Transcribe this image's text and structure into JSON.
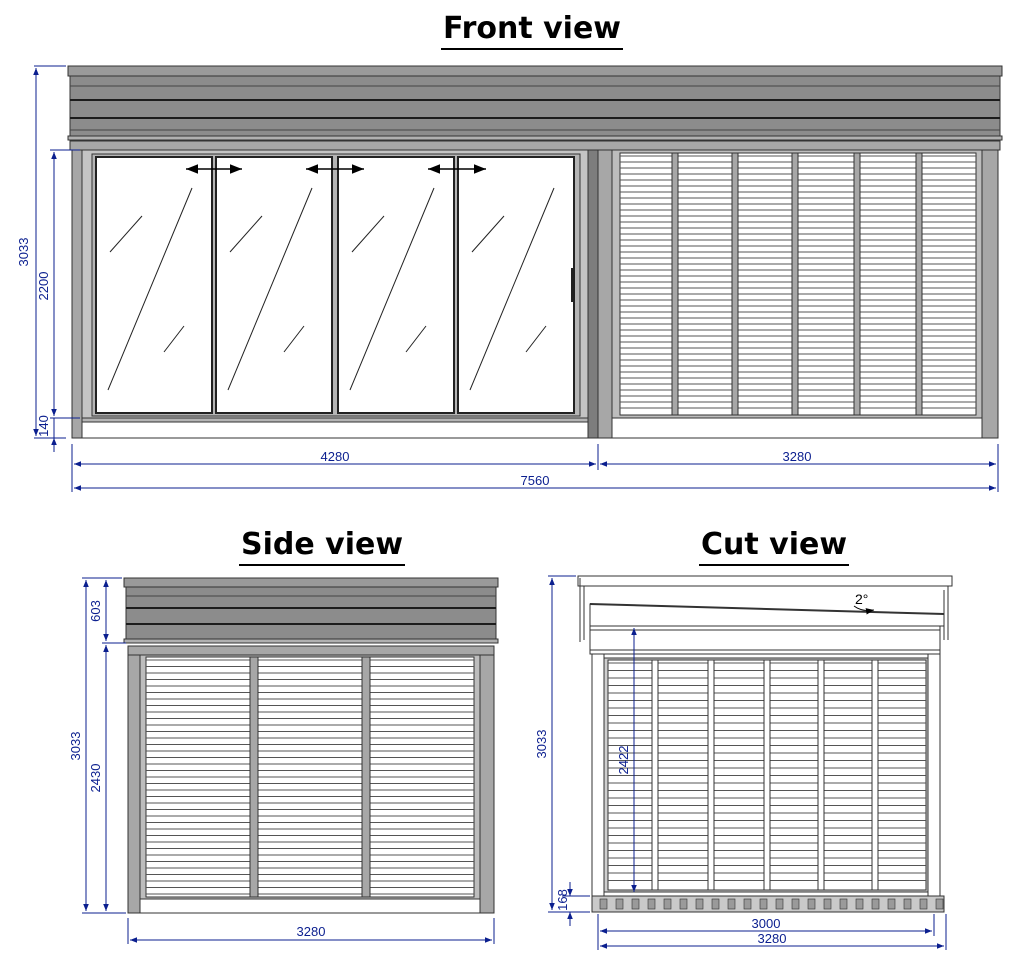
{
  "titles": {
    "front": "Front view",
    "side": "Side view",
    "cut": "Cut view"
  },
  "front_view": {
    "dims": {
      "total_height": "3033",
      "door_height": "2200",
      "base_height": "140",
      "left_width": "4280",
      "right_width": "3280",
      "total_width": "7560"
    }
  },
  "side_view": {
    "dims": {
      "roof_height": "603",
      "total_height": "3033",
      "wall_height": "2430",
      "width": "3280"
    }
  },
  "cut_view": {
    "dims": {
      "roof_angle": "2°",
      "total_height": "3033",
      "inner_height": "2422",
      "floor_height": "168",
      "inner_width": "3000",
      "outer_width": "3280"
    }
  },
  "colors": {
    "dimension": "#0b1f8f",
    "frame": "#a7a7a7",
    "frame_dark": "#7d7d7d",
    "roof": "#8c8c8c",
    "slat": "#ffffff"
  }
}
